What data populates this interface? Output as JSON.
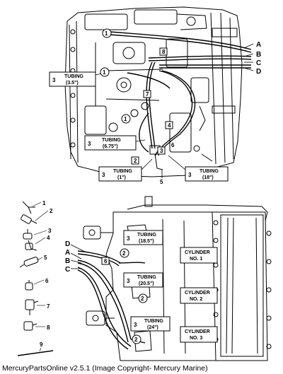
{
  "caption": "MercuryPartsOnline v2.5.1 (Image Copyright- Mercury Marine)",
  "top_letters": [
    "A",
    "B",
    "C",
    "D"
  ],
  "top_tubing": [
    {
      "qty": "3",
      "title": "TUBING",
      "length": "(3.5\")"
    },
    {
      "qty": "3",
      "title": "TUBING",
      "length": "(6.75\")"
    },
    {
      "qty": "3",
      "title": "TUBING",
      "length": "(1\")"
    },
    {
      "qty": "3",
      "title": "TUBING",
      "length": "(18\")"
    }
  ],
  "top_item_numbers": [
    "1",
    "1",
    "1",
    "8",
    "7",
    "4",
    "2",
    "3",
    "6",
    "5"
  ],
  "bottom_letters": [
    "D",
    "A",
    "B",
    "C"
  ],
  "bottom_tubing": [
    {
      "qty": "3",
      "title": "TUBING",
      "length": "(18.5\")"
    },
    {
      "qty": "3",
      "title": "TUBING",
      "length": "(20.5\")"
    },
    {
      "qty": "3",
      "title": "TUBING",
      "length": "(24\")"
    }
  ],
  "cylinders": [
    {
      "title": "CYLINDER",
      "no": "NO. 1"
    },
    {
      "title": "CYLINDER",
      "no": "NO. 2"
    },
    {
      "title": "CYLINDER",
      "no": "NO. 3"
    }
  ],
  "bottom_item_numbers": [
    "6",
    "2",
    "2",
    "2"
  ],
  "parts_legend": [
    "1",
    "2",
    "3",
    "4",
    "5",
    "6",
    "7",
    "8",
    "9"
  ]
}
